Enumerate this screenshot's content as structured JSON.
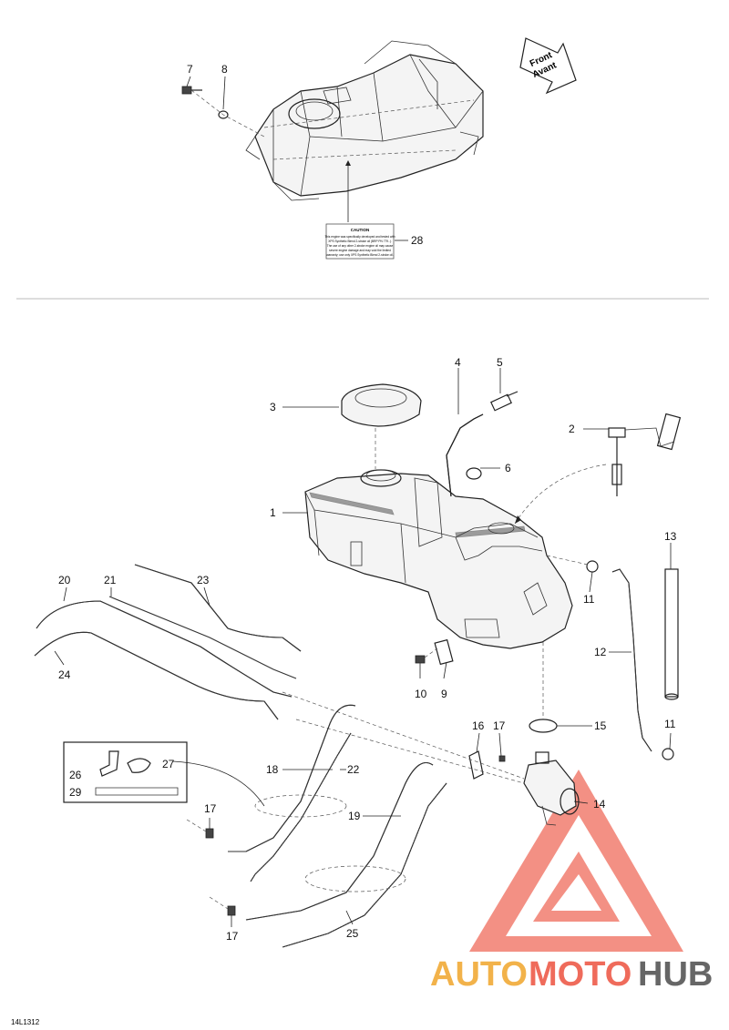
{
  "diagram_code": "14L1312",
  "front_arrow": {
    "line1": "Front",
    "line2": "Avant"
  },
  "caution_label": {
    "title": "CAUTION",
    "lines": [
      "This engine was specifically developed and tested with",
      "XPS Synthetic Blend 2-stroke oil (BRP PN 779..).",
      "The use of any other 2-stroke engine oil may cause",
      "severe engine damage and may void the limited",
      "warranty; use only XPS Synthetic Blend 2-stroke oil."
    ]
  },
  "callouts": [
    "1",
    "2",
    "3",
    "4",
    "5",
    "6",
    "7",
    "8",
    "9",
    "10",
    "11",
    "11",
    "12",
    "13",
    "14",
    "15",
    "16",
    "17",
    "17",
    "17",
    "18",
    "19",
    "20",
    "21",
    "22",
    "23",
    "24",
    "25",
    "26",
    "27",
    "28",
    "29"
  ],
  "watermark": {
    "prefix": "AUTO",
    "middle": "MOTO",
    "suffix": "HUB",
    "prefix_color": "#f2b24a",
    "middle_color": "#ef6b5b",
    "suffix_color": "#666666",
    "triangle_color": "#ef6b5b"
  }
}
